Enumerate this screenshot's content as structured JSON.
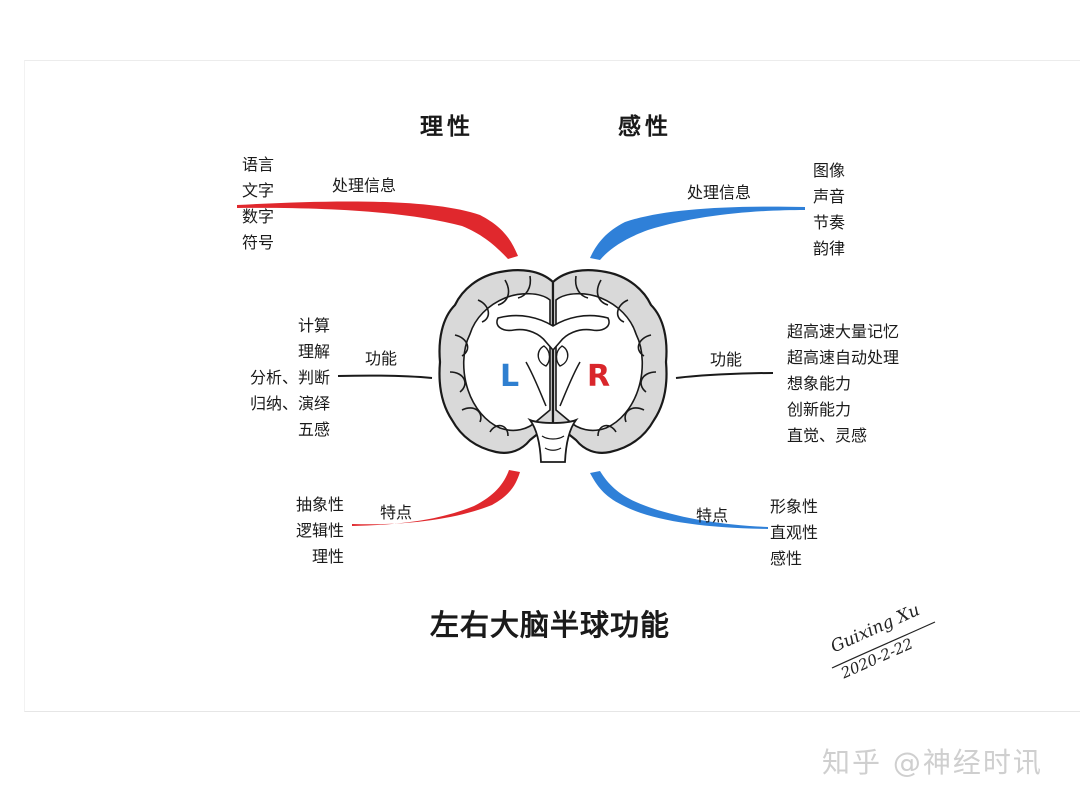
{
  "headings": {
    "left": "理性",
    "right": "感性"
  },
  "left": {
    "info": {
      "label": "处理信息",
      "items": [
        "语言",
        "文字",
        "数字",
        "符号"
      ]
    },
    "function": {
      "label": "功能",
      "items": [
        "计算",
        "理解",
        "分析、判断",
        "归纳、演绎",
        "五感"
      ]
    },
    "trait": {
      "label": "特点",
      "items": [
        "抽象性",
        "逻辑性",
        "理性"
      ]
    }
  },
  "right": {
    "info": {
      "label": "处理信息",
      "items": [
        "图像",
        "声音",
        "节奏",
        "韵律"
      ]
    },
    "function": {
      "label": "功能",
      "items": [
        "超高速大量记忆",
        "超高速自动处理",
        "想象能力",
        "创新能力",
        "直觉、灵感"
      ]
    },
    "trait": {
      "label": "特点",
      "items": [
        "形象性",
        "直观性",
        "感性"
      ]
    }
  },
  "brain": {
    "left_letter": "L",
    "right_letter": "R"
  },
  "caption": "左右大脑半球功能",
  "signature": {
    "name": "Guixing Xu",
    "date": "2020-2-22"
  },
  "watermark": "知乎 @神经时讯",
  "colors": {
    "left_accent": "#e0282d",
    "right_accent": "#2f80d8",
    "brain_fill": "#d9d9d9",
    "ink": "#1a1a1a"
  }
}
